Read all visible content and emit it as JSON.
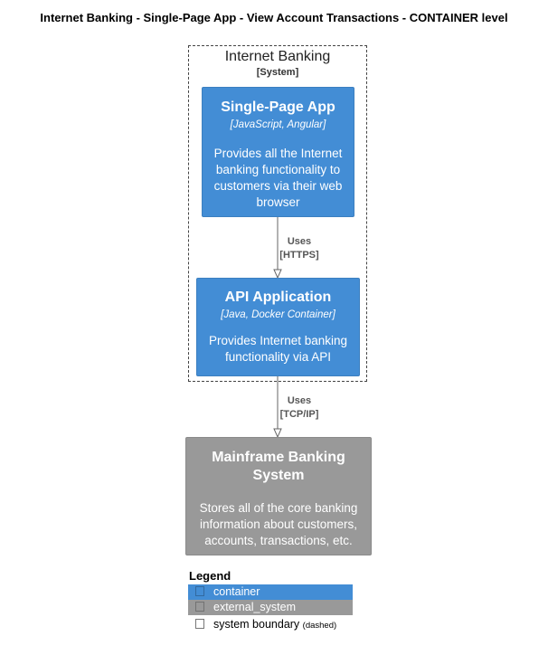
{
  "title": "Internet Banking - Single-Page App - View Account Transactions - CONTAINER level",
  "boundary": {
    "name": "Internet Banking",
    "type": "[System]"
  },
  "spa": {
    "name": "Single-Page App",
    "technology": "[JavaScript, Angular]",
    "description_lines": [
      "Provides all the Internet",
      "banking functionality to",
      "customers via their web",
      "browser"
    ]
  },
  "api": {
    "name": "API Application",
    "technology": "[Java, Docker Container]",
    "description_lines": [
      "Provides Internet banking",
      "functionality via API"
    ]
  },
  "mainframe": {
    "name_lines": [
      "Mainframe Banking",
      "System"
    ],
    "description_lines": [
      "Stores all of the core banking",
      "information about customers,",
      "accounts, transactions, etc."
    ]
  },
  "rel1": {
    "label": "Uses",
    "technology": "[HTTPS]"
  },
  "rel2": {
    "label": "Uses",
    "technology": "[TCP/IP]"
  },
  "legend": {
    "title": "Legend",
    "items": [
      {
        "label": "container",
        "color": "#438dd5",
        "text_color": "#ffffff"
      },
      {
        "label": "external_system",
        "color": "#999999",
        "text_color": "#ffffff"
      },
      {
        "label": "system boundary",
        "suffix": "(dashed)",
        "color": "#ffffff",
        "text_color": "#000000"
      }
    ]
  },
  "colors": {
    "container": "#438dd5",
    "external_system": "#999999",
    "arrow": "#666666"
  }
}
